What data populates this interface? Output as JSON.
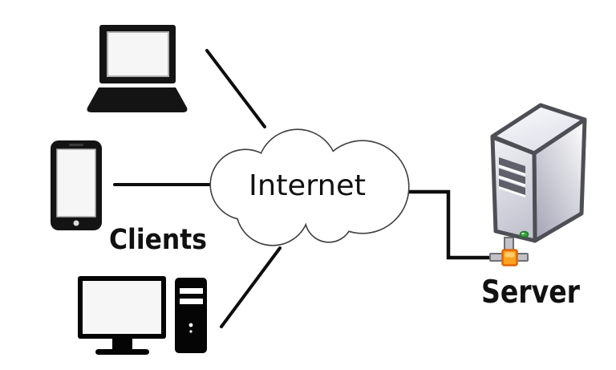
{
  "diagram": {
    "labels": {
      "internet": "Internet",
      "clients": "Clients",
      "server": "Server"
    },
    "nodes": [
      {
        "id": "laptop",
        "icon": "laptop-icon",
        "role": "client"
      },
      {
        "id": "smartphone",
        "icon": "smartphone-icon",
        "role": "client"
      },
      {
        "id": "desktop",
        "icon": "desktop-computer-icon",
        "role": "client"
      },
      {
        "id": "internet-cloud",
        "icon": "cloud-icon",
        "label": "Internet"
      },
      {
        "id": "server",
        "icon": "server-tower-icon",
        "label": "Server"
      }
    ],
    "edges": [
      {
        "from": "laptop",
        "to": "internet-cloud"
      },
      {
        "from": "smartphone",
        "to": "internet-cloud"
      },
      {
        "from": "desktop",
        "to": "internet-cloud"
      },
      {
        "from": "internet-cloud",
        "to": "server"
      }
    ]
  },
  "colors": {
    "background": "#ffffff",
    "line": "#0d0d0d",
    "device_black": "#141414",
    "tower_black": "#050505",
    "screen_white": "#f6f6f6",
    "screen_border": "#b0b0b0",
    "detail_white": "#ffffff",
    "cloud_fill": "#ffffff",
    "cloud_stroke": "#3f3f3f",
    "text": "#111111",
    "server_outline": "#4e4e55",
    "server_front_top": "#f1f2f6",
    "server_front_bottom": "#c4c5d1",
    "server_side_top": "#ffffff",
    "server_side_bottom": "#a8a9b9",
    "server_top_light": "#fbfbfd",
    "server_top_dark": "#dfe0ea",
    "vent_dark": "#60606b",
    "led_green": "#35a53c",
    "led_green_dark": "#1f7b26",
    "connector_gray": "#c2c2c8",
    "connector_border": "#6f6f76",
    "connector_orange": "#f9a21f",
    "connector_orange_border": "#e06600",
    "connector_orange_highlight": "#ffce6e"
  }
}
